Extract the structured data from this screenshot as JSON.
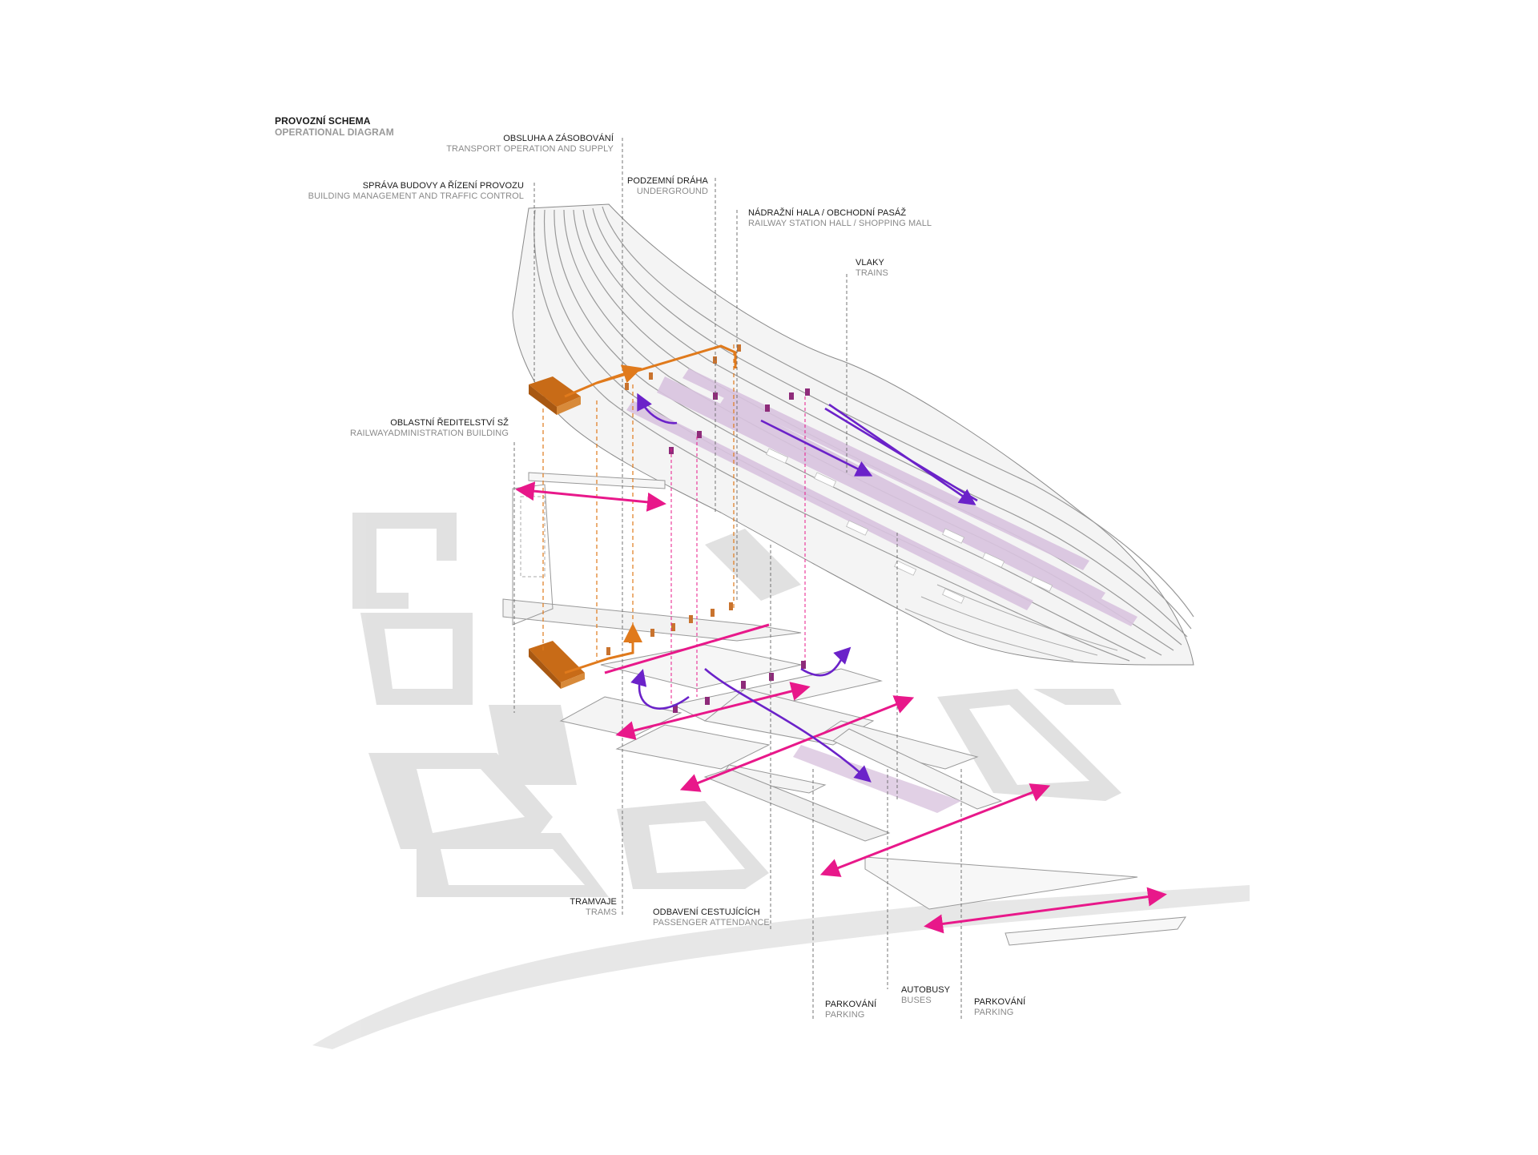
{
  "title": {
    "cz": "PROVOZNÍ SCHEMA",
    "en": "OPERATIONAL DIAGRAM"
  },
  "labels": {
    "supply": {
      "cz": "OBSLUHA A ZÁSOBOVÁNÍ",
      "en": "TRANSPORT OPERATION AND SUPPLY"
    },
    "management": {
      "cz": "SPRÁVA BUDOVY A ŘÍZENÍ PROVOZU",
      "en": "BUILDING MANAGEMENT AND TRAFFIC CONTROL"
    },
    "underground": {
      "cz": "PODZEMNÍ DRÁHA",
      "en": "UNDERGROUND"
    },
    "hall": {
      "cz": "NÁDRAŽNÍ HALA / OBCHODNÍ PASÁŽ",
      "en": "RAILWAY STATION HALL / SHOPPING MALL"
    },
    "trains": {
      "cz": "VLAKY",
      "en": "TRAINS"
    },
    "administration": {
      "cz": "OBLASTNÍ ŘEDITELSTVÍ SŽ",
      "en": "RAILWAYADMINISTRATION BUILDING"
    },
    "trams": {
      "cz": "TRAMVAJE",
      "en": "TRAMS"
    },
    "passengers": {
      "cz": "ODBAVENÍ CESTUJÍCÍCH",
      "en": "PASSENGER ATTENDANCE"
    },
    "parking1": {
      "cz": "PARKOVÁNÍ",
      "en": "PARKING"
    },
    "buses": {
      "cz": "AUTOBUSY",
      "en": "BUSES"
    },
    "parking2": {
      "cz": "PARKOVÁNÍ",
      "en": "PARKING"
    }
  },
  "colors": {
    "orange": "#e07a1c",
    "magenta": "#e8188a",
    "purple": "#6b22c9",
    "track_fill": "#d9c4df",
    "block_grey": "#d6d6d6",
    "outline": "#7a7a7a"
  }
}
